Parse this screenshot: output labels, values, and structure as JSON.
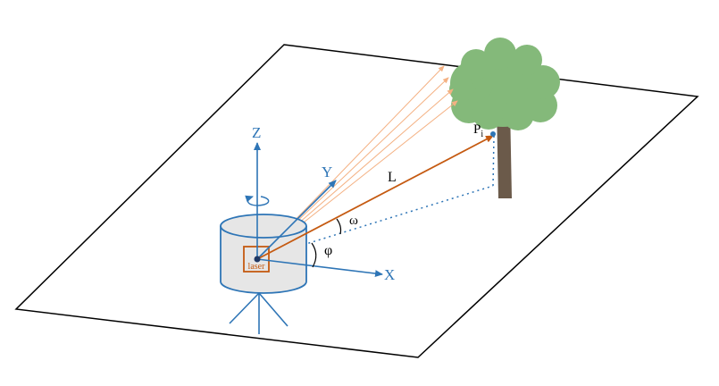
{
  "labels": {
    "z_axis": "Z",
    "y_axis": "Y",
    "x_axis": "X",
    "laser": "laser",
    "range": "L",
    "omega": "ω",
    "phi": "φ",
    "point_main": "P",
    "point_sub": "i"
  },
  "colors": {
    "axis_blue": "#2e75b6",
    "laser_orange": "#c55a11",
    "beam_light_orange": "#f4b183",
    "tree_foliage": "#84b97a",
    "tree_trunk": "#6b5a4a",
    "cylinder_fill": "#e6e6e6",
    "plane_line": "#000000"
  }
}
